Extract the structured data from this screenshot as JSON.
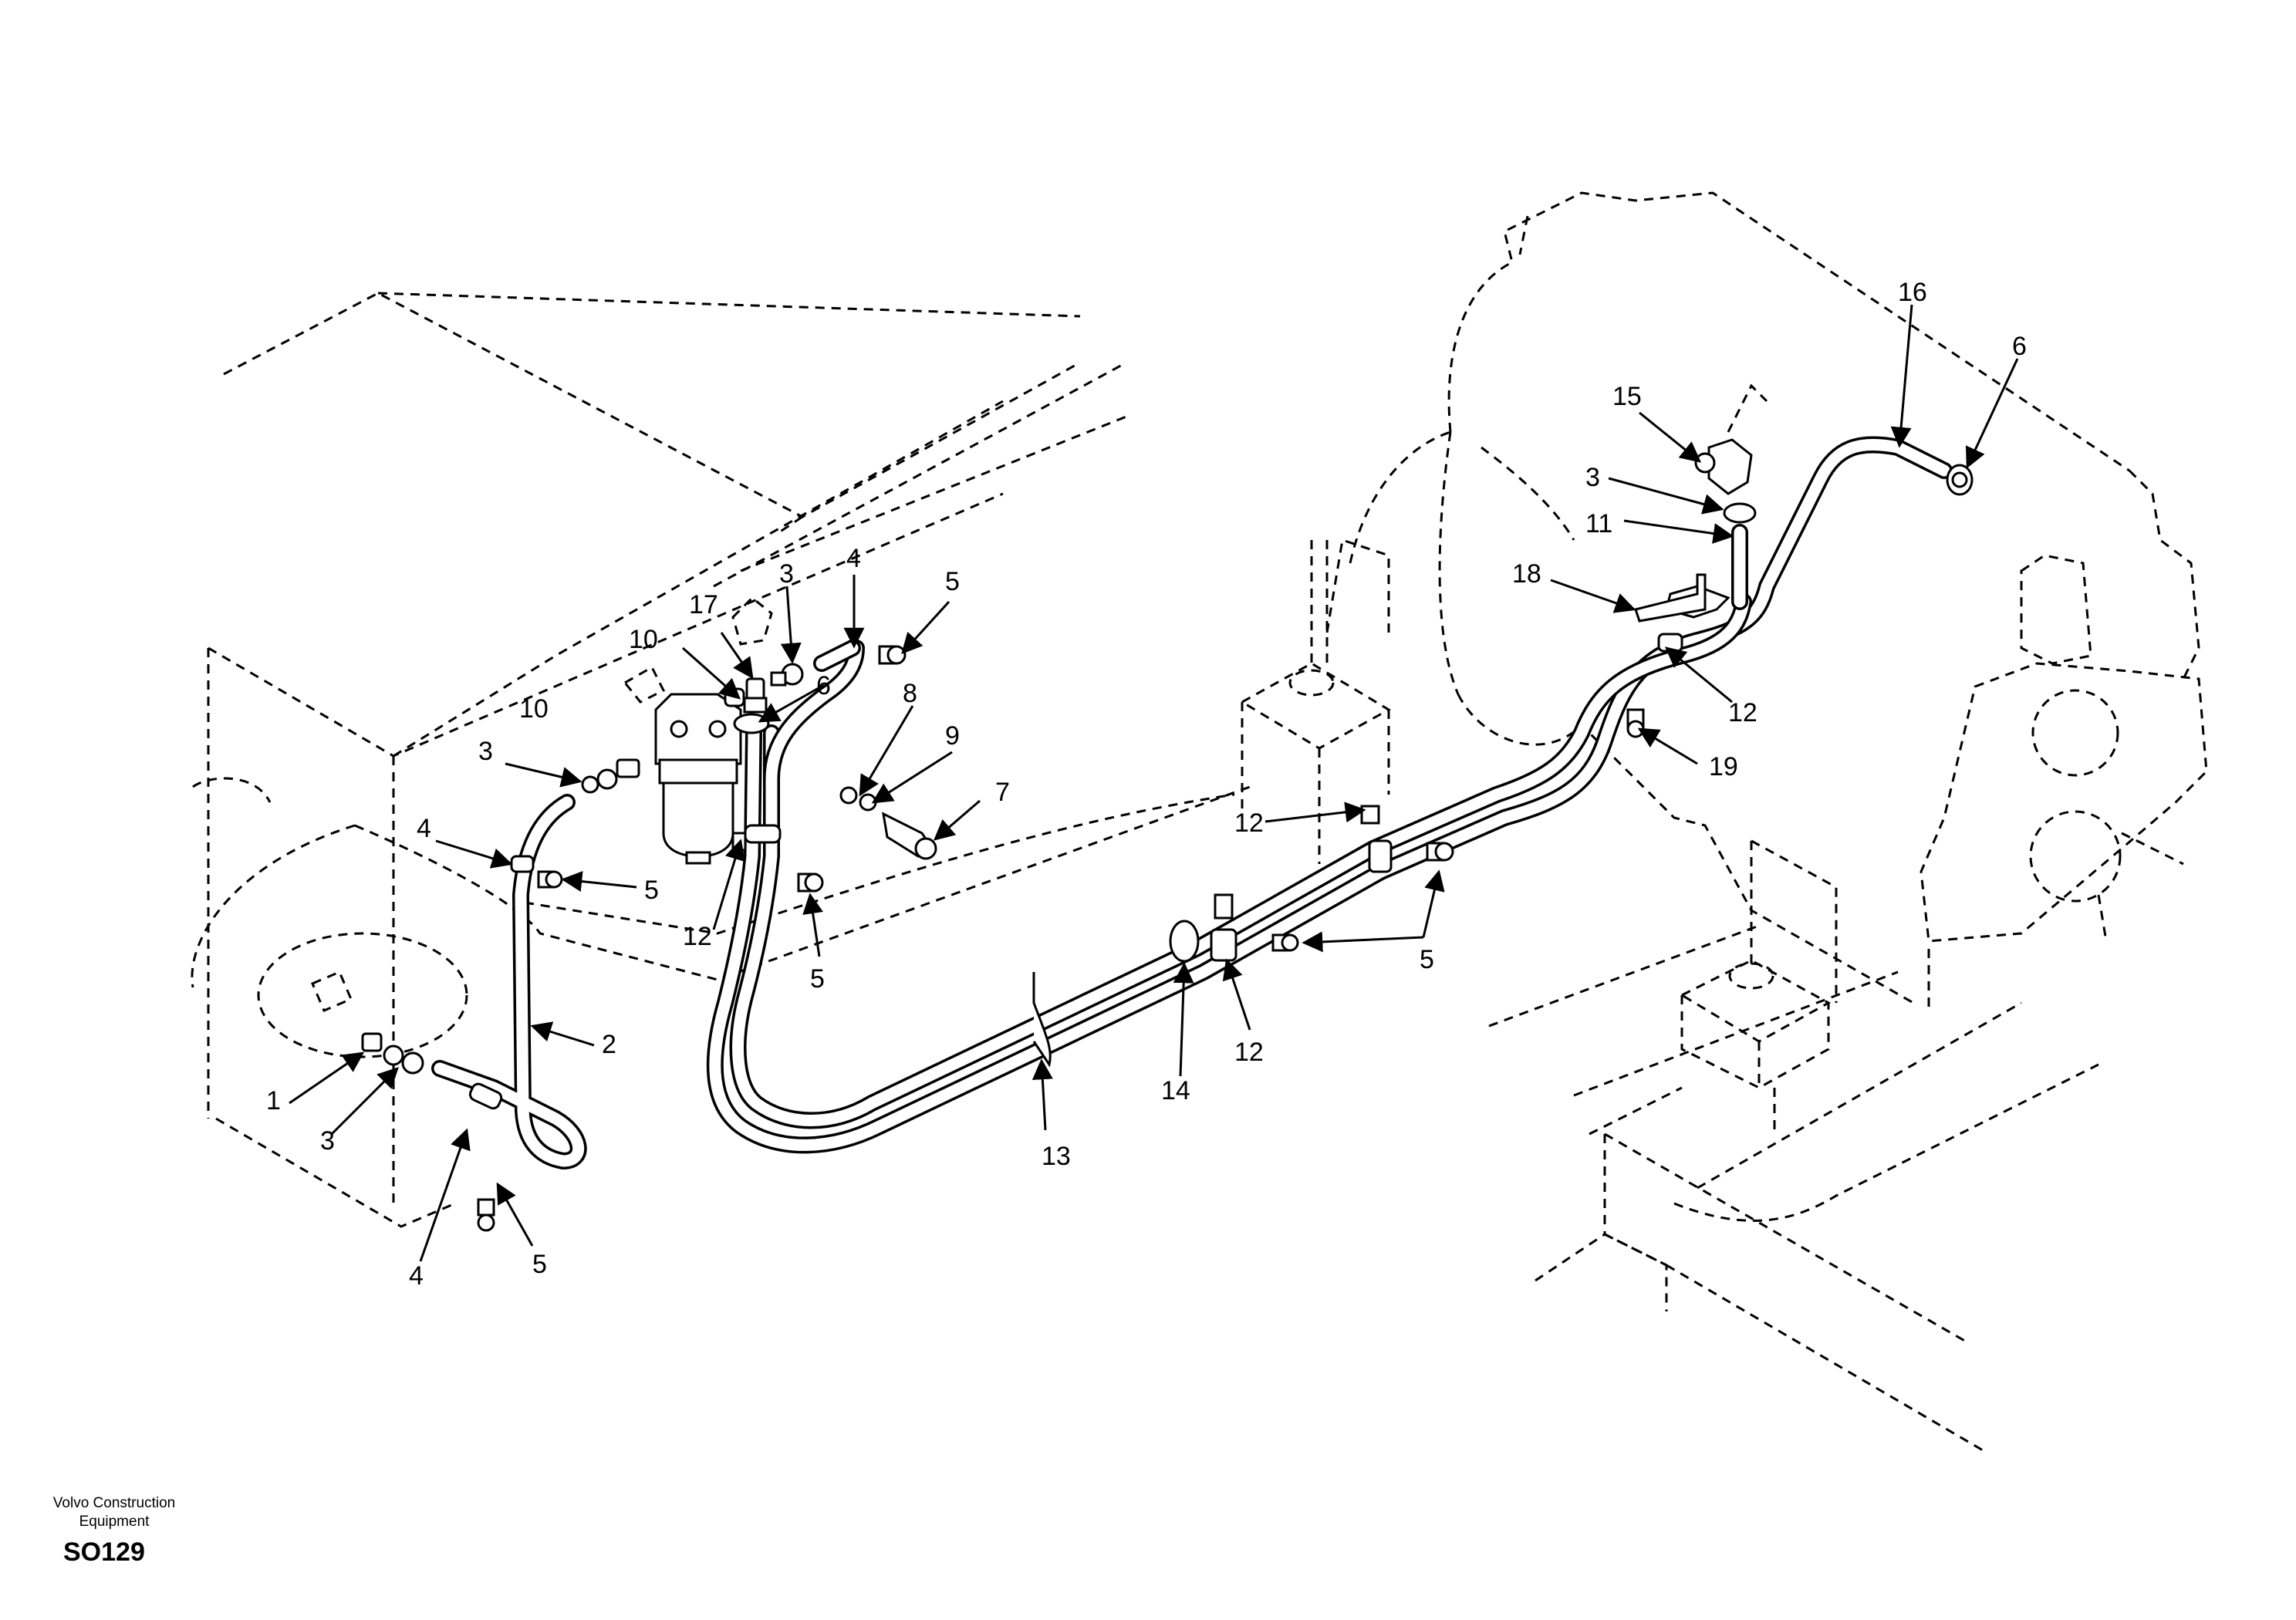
{
  "footer": {
    "brand_line1": "Volvo Construction",
    "brand_line2": "Equipment",
    "drawing_code": "SO129"
  },
  "callouts": [
    {
      "id": "c1",
      "label": "1"
    },
    {
      "id": "c2",
      "label": "2"
    },
    {
      "id": "c3a",
      "label": "3"
    },
    {
      "id": "c3b",
      "label": "3"
    },
    {
      "id": "c3c",
      "label": "3"
    },
    {
      "id": "c3d",
      "label": "3"
    },
    {
      "id": "c4a",
      "label": "4"
    },
    {
      "id": "c4b",
      "label": "4"
    },
    {
      "id": "c4c",
      "label": "4"
    },
    {
      "id": "c5a",
      "label": "5"
    },
    {
      "id": "c5b",
      "label": "5"
    },
    {
      "id": "c5c",
      "label": "5"
    },
    {
      "id": "c5d",
      "label": "5"
    },
    {
      "id": "c5e",
      "label": "5"
    },
    {
      "id": "c6a",
      "label": "6"
    },
    {
      "id": "c6b",
      "label": "6"
    },
    {
      "id": "c7",
      "label": "7"
    },
    {
      "id": "c8",
      "label": "8"
    },
    {
      "id": "c9",
      "label": "9"
    },
    {
      "id": "c10a",
      "label": "10"
    },
    {
      "id": "c10b",
      "label": "10"
    },
    {
      "id": "c11",
      "label": "11"
    },
    {
      "id": "c12a",
      "label": "12"
    },
    {
      "id": "c12b",
      "label": "12"
    },
    {
      "id": "c12c",
      "label": "12"
    },
    {
      "id": "c12d",
      "label": "12"
    },
    {
      "id": "c13",
      "label": "13"
    },
    {
      "id": "c14",
      "label": "14"
    },
    {
      "id": "c15",
      "label": "15"
    },
    {
      "id": "c16",
      "label": "16"
    },
    {
      "id": "c17",
      "label": "17"
    },
    {
      "id": "c18",
      "label": "18"
    },
    {
      "id": "c19",
      "label": "19"
    }
  ]
}
